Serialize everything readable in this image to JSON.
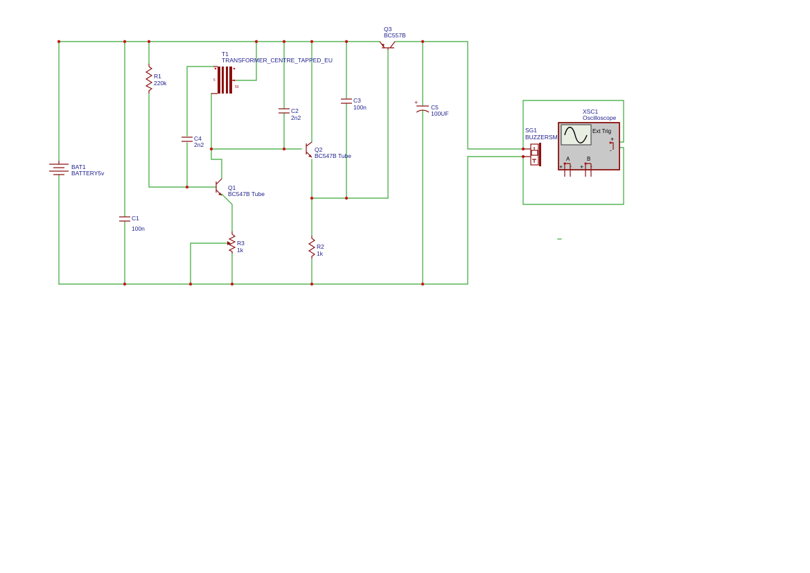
{
  "components": {
    "bat1": {
      "ref": "BAT1",
      "value": "BATTERY5v"
    },
    "r1": {
      "ref": "R1",
      "value": "220k"
    },
    "t1": {
      "ref": "T1",
      "value": "TRANSFORMER_CENTRE_TAPPED_EU",
      "pin_left": "5",
      "pin_right": "50"
    },
    "c2": {
      "ref": "C2",
      "value": "2n2"
    },
    "c3": {
      "ref": "C3",
      "value": "100n"
    },
    "q3": {
      "ref": "Q3",
      "value": "BC557B"
    },
    "c5": {
      "ref": "C5",
      "value": "100UF",
      "polarity": "+"
    },
    "c4": {
      "ref": "C4",
      "value": "2n2"
    },
    "q2": {
      "ref": "Q2",
      "value": "BC547B Tube"
    },
    "q1": {
      "ref": "Q1",
      "value": "BC547B Tube"
    },
    "c1": {
      "ref": "C1",
      "value": "100n"
    },
    "r3": {
      "ref": "R3",
      "value": "1k"
    },
    "r2": {
      "ref": "R2",
      "value": "1k"
    },
    "sg1": {
      "ref": "SG1",
      "value": "BUZZERSM"
    },
    "xsc1": {
      "ref": "XSC1",
      "value": "Oscilloscope",
      "ext_trig": "Ext Trig",
      "ch_a": "A",
      "ch_b": "B",
      "plus": "+",
      "minus": "-"
    }
  },
  "colors": {
    "wire": "#36a836",
    "component": "#8b1010",
    "junction": "#c41e1e",
    "label": "#1c1c8c",
    "scope_body": "#c8c8c8"
  }
}
